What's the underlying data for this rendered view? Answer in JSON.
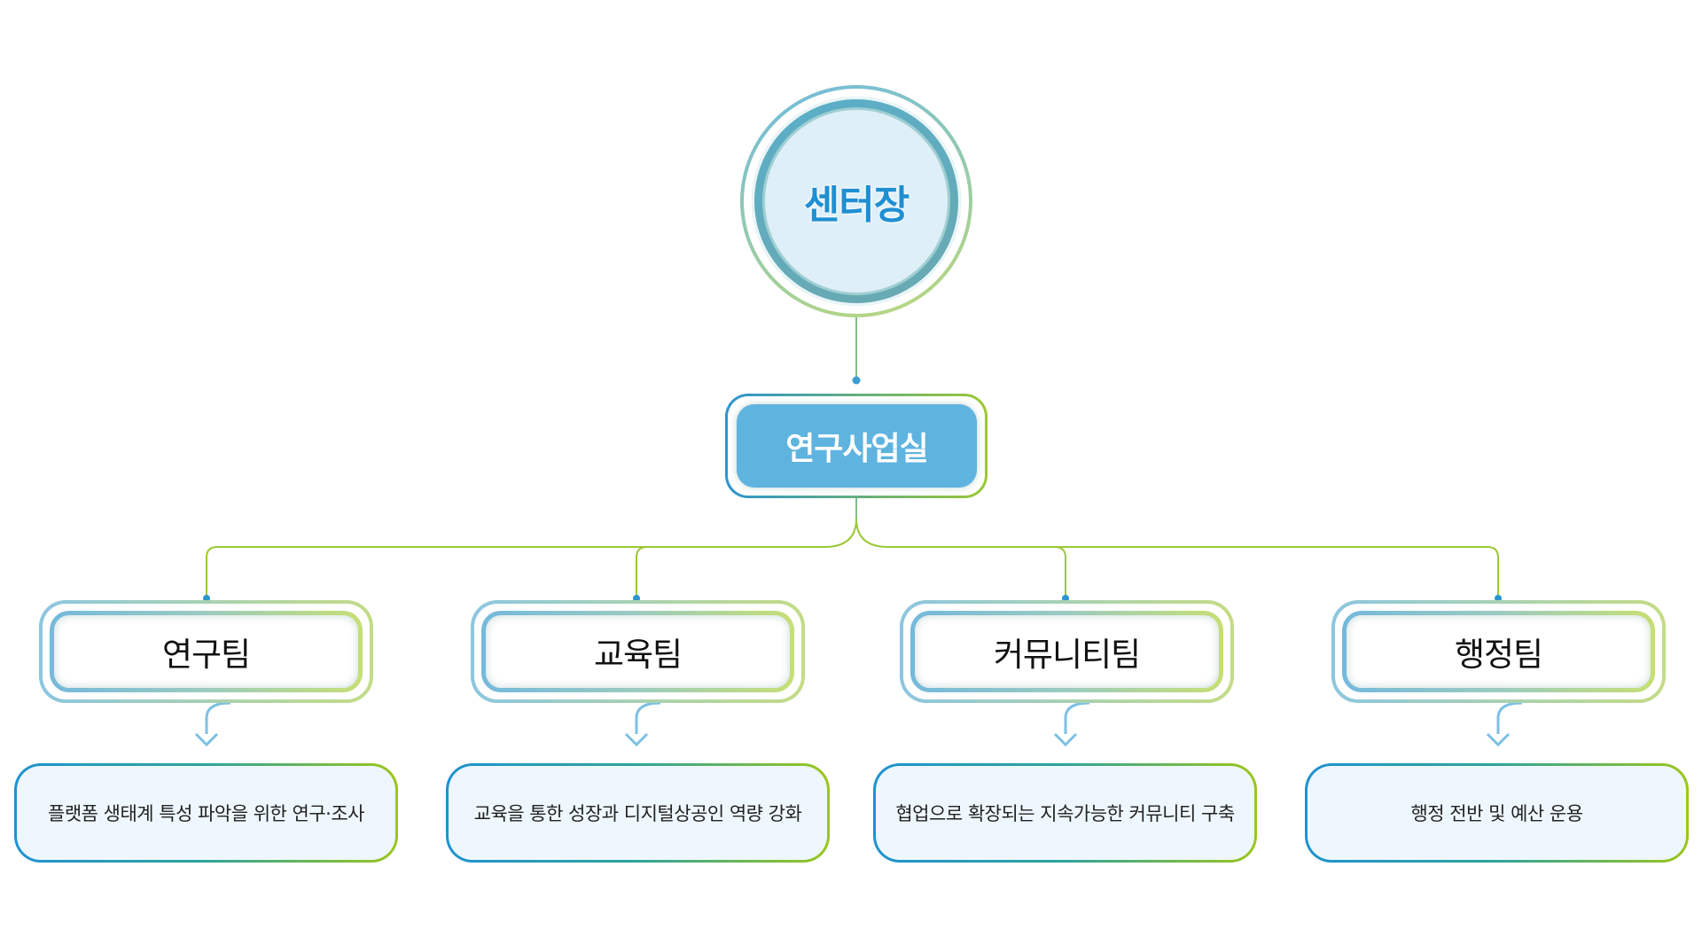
{
  "ceo": {
    "label": "센터장"
  },
  "office": {
    "label": "연구사업실"
  },
  "teams": [
    {
      "name": "연구팀",
      "description": "플랫폼 생태계 특성 파악을 위한 연구·조사"
    },
    {
      "name": "교육팀",
      "description": "교육을 통한 성장과 디지털상공인 역량 강화"
    },
    {
      "name": "커뮤니티팀",
      "description": "협업으로 확장되는 지속가능한 커뮤니티 구축"
    },
    {
      "name": "행정팀",
      "description": "행정 전반 및 예산 운용"
    }
  ],
  "colors": {
    "primary_blue": "#1f8fd2",
    "office_fill": "#5fb3df",
    "accent_green": "#9cc834"
  }
}
